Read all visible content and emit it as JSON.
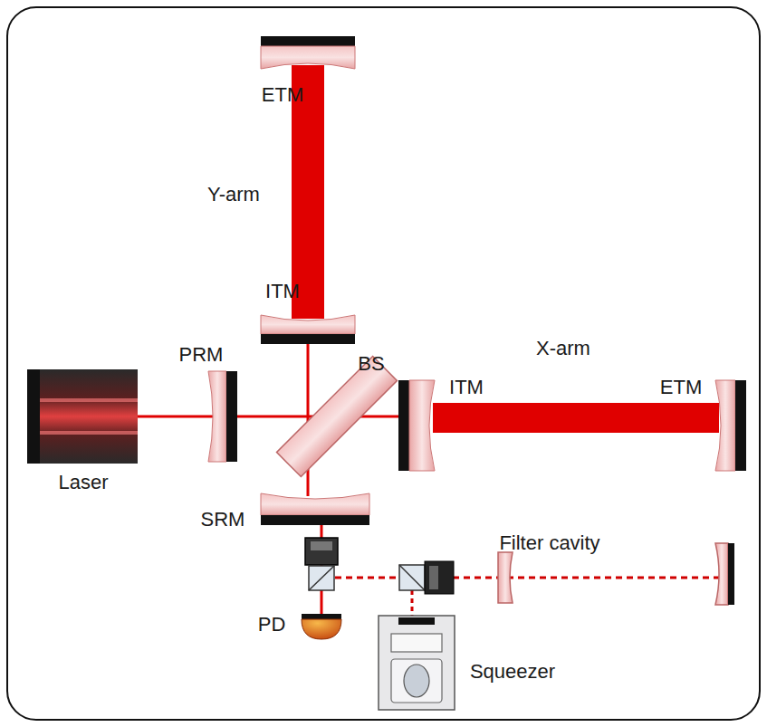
{
  "diagram": {
    "labels": [
      "ETM",
      "Y-arm",
      "ITM",
      "PRM",
      "BS",
      "X-arm",
      "ITM",
      "ETM",
      "Laser",
      "SRM",
      "Filter cavity",
      "PD",
      "Squeezer"
    ]
  }
}
